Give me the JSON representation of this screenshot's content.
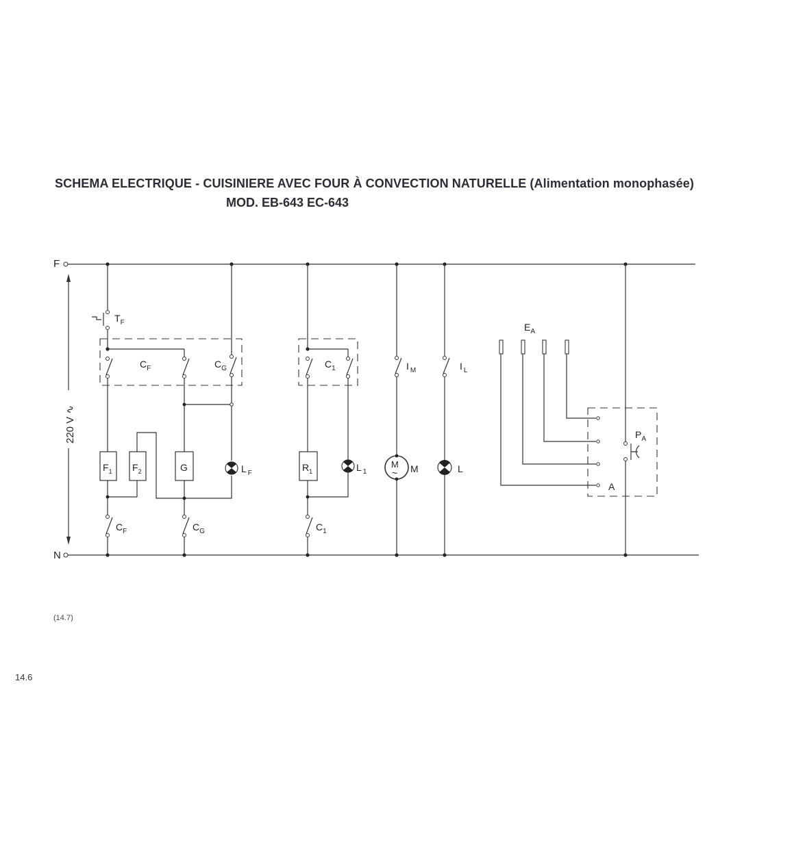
{
  "document": {
    "title": "SCHEMA ELECTRIQUE - CUISINIERE AVEC FOUR À CONVECTION NATURELLE (Alimentation monophasée)",
    "subtitle": "MOD. EB-643 EC-643",
    "figure_ref": "(14.7)",
    "page_number": "14.6"
  },
  "diagram": {
    "supply_top": "F",
    "supply_bottom": "N",
    "voltage": "220 V ∿",
    "labels": {
      "TF": {
        "main": "T",
        "sub": "F"
      },
      "CF_top": {
        "main": "C",
        "sub": "F"
      },
      "CG_top": {
        "main": "C",
        "sub": "G"
      },
      "C1_top": {
        "main": "C",
        "sub": "1"
      },
      "IM": {
        "main": "I",
        "sub": "M"
      },
      "IL": {
        "main": "I",
        "sub": "L"
      },
      "EA": {
        "main": "E",
        "sub": "A"
      },
      "PA": {
        "main": "P",
        "sub": "A"
      },
      "A": "A",
      "F1": {
        "main": "F",
        "sub": "1"
      },
      "F2": {
        "main": "F",
        "sub": "2"
      },
      "G": "G",
      "LF": {
        "main": "L",
        "sub": "F"
      },
      "R1": {
        "main": "R",
        "sub": "1"
      },
      "L1": {
        "main": "L",
        "sub": "1"
      },
      "M_symbol": "M",
      "M_tilde": "~",
      "M": "M",
      "L": "L",
      "CF_bot": {
        "main": "C",
        "sub": "F"
      },
      "CG_bot": {
        "main": "C",
        "sub": "G"
      },
      "C1_bot": {
        "main": "C",
        "sub": "1"
      }
    }
  }
}
